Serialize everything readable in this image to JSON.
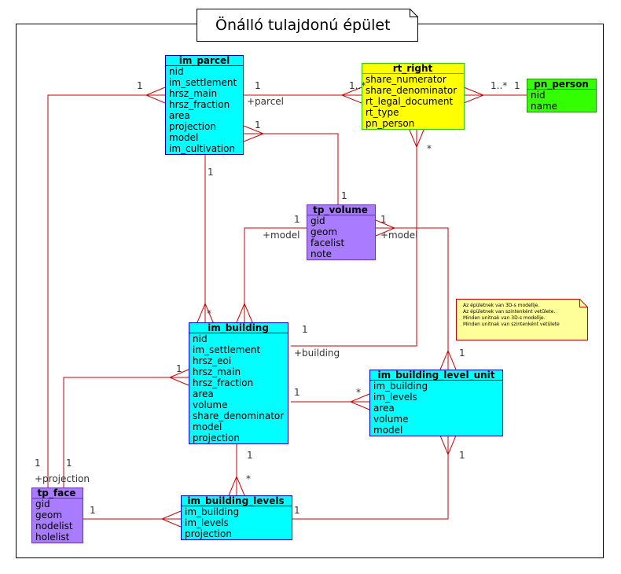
{
  "title": "Önálló tulajdonú épület",
  "colors": {
    "cyan": "#00ffff",
    "yellow": "#ffff00",
    "green": "#33ff00",
    "purple": "#a97bff",
    "line": "#cc0000",
    "note": "#ffff99"
  },
  "classes": {
    "im_parcel": {
      "name": "im_parcel",
      "attributes": [
        "nid",
        "im_settlement",
        "hrsz_main",
        "hrsz_fraction",
        "area",
        "projection",
        "model",
        "im_cultivation"
      ]
    },
    "rt_right": {
      "name": "rt_right",
      "attributes": [
        "share_numerator",
        "share_denominator",
        "rt_legal_document",
        "rt_type",
        "pn_person"
      ]
    },
    "pn_person": {
      "name": "pn_person",
      "attributes": [
        "nid",
        "name"
      ]
    },
    "tp_volume": {
      "name": "tp_volume",
      "attributes": [
        "gid",
        "geom",
        "facelist",
        "note"
      ]
    },
    "im_building": {
      "name": "im_building",
      "attributes": [
        "nid",
        "im_settlement",
        "hrsz_eoi",
        "hrsz_main",
        "hrsz_fraction",
        "area",
        "volume",
        "share_denominator",
        "model",
        "projection"
      ]
    },
    "im_building_level_unit": {
      "name": "im_building_level_unit",
      "attributes": [
        "im_building",
        "im_levels",
        "area",
        "volume",
        "model"
      ]
    },
    "tp_face": {
      "name": "tp_face",
      "attributes": [
        "gid",
        "geom",
        "nodelist",
        "holelist"
      ]
    },
    "im_building_levels": {
      "name": "im_building_levels",
      "attributes": [
        "im_building",
        "im_levels",
        "projection"
      ]
    }
  },
  "note": {
    "lines": [
      "Az épületnek van 3D-s modellje.",
      "Az épületnek van szintenként vetülete.",
      "Minden unitnak van 3D-s modellje.",
      "Minden unitnak van szintenként vetülete"
    ]
  },
  "labels": {
    "parcel_1_left": "1",
    "parcel_1_right": "1",
    "parcel_role": "+parcel",
    "right_mult_parcel": "1..*",
    "right_mult_person": "1..*",
    "person_mult": "1",
    "right_star": "*",
    "parcel_1_volume": "1",
    "volume_1_top": "1",
    "parcel_1_down": "1",
    "volume_1_left": "1",
    "volume_role_left": "+model",
    "volume_1_right": "1",
    "volume_role_right": "+model",
    "building_star_top": "*",
    "building_1_right": "1",
    "building_role": "+building",
    "building_1_left": "1",
    "building_1_unit": "1",
    "unit_star": "*",
    "unit_1_top": "1",
    "unit_1_bottom": "1",
    "building_1_down": "1",
    "levels_star": "*",
    "face_1_a": "1",
    "face_1_b": "1",
    "face_role": "+projection",
    "face_1_right": "1",
    "levels_1_right": "1"
  }
}
